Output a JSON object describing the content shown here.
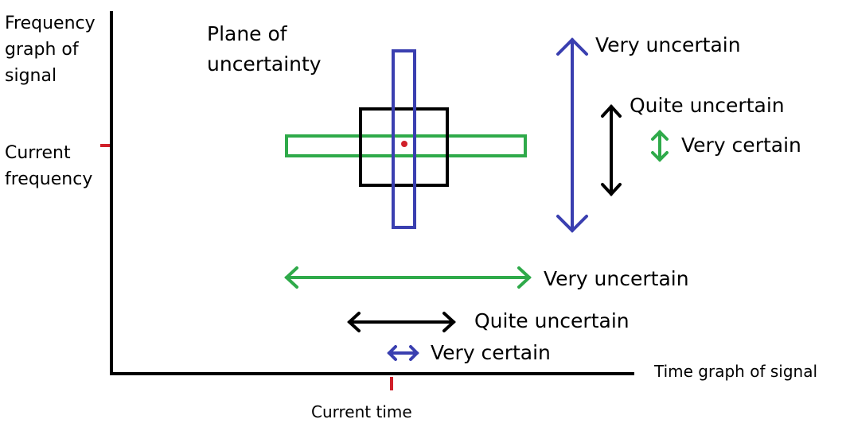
{
  "y_axis_label": [
    "Frequency",
    "graph of",
    "signal"
  ],
  "current_frequency_label": [
    "Current",
    "frequency"
  ],
  "plane_label": [
    "Plane of",
    "uncertainty"
  ],
  "x_axis_label": "Time graph of signal",
  "current_time_label": "Current time",
  "vertical_scale": {
    "very_uncertain": "Very uncertain",
    "quite_uncertain": "Quite uncertain",
    "very_certain": "Very certain"
  },
  "horizontal_scale": {
    "very_uncertain": "Very uncertain",
    "quite_uncertain": "Quite uncertain",
    "very_certain": "Very certain"
  },
  "colors": {
    "axis": "#000000",
    "marker": "#d0202a",
    "narrow_time_box": "#3a3fb0",
    "balanced_box": "#000000",
    "narrow_frequency_box": "#2faa4a"
  }
}
